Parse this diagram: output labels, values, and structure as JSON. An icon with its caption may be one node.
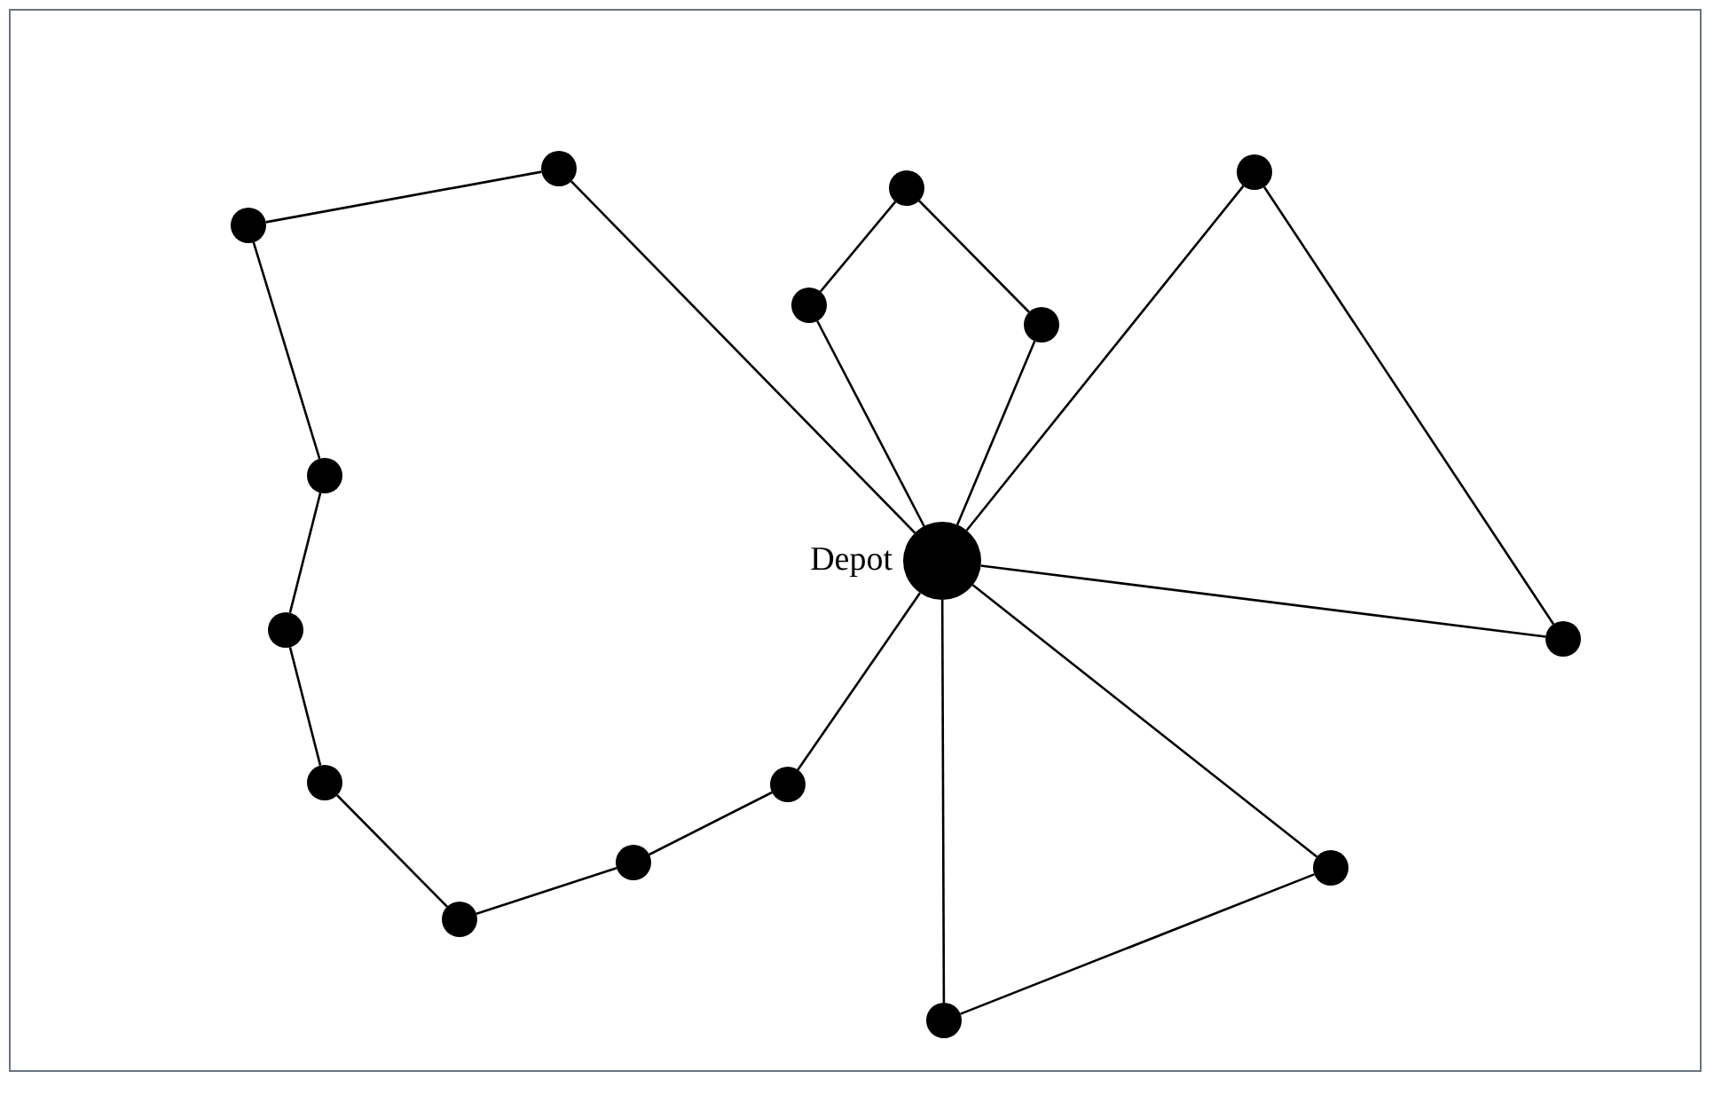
{
  "diagram": {
    "nodes": [
      {
        "text": [],
        "shape": "circle"
      },
      {
        "text": [],
        "shape": "circle"
      },
      {
        "text": [],
        "shape": "circle"
      },
      {
        "text": [],
        "shape": "circle"
      },
      {
        "text": [],
        "shape": "circle"
      },
      {
        "text": [],
        "shape": "circle"
      },
      {
        "text": [],
        "shape": "circle"
      },
      {
        "text": [],
        "shape": "circle",
        "beside": [
          "Depot"
        ]
      },
      {
        "text": [],
        "shape": "circle"
      },
      {
        "text": [],
        "shape": "circle"
      },
      {
        "text": [],
        "shape": "circle"
      },
      {
        "text": [],
        "shape": "circle"
      },
      {
        "text": [],
        "shape": "circle"
      },
      {
        "text": [],
        "shape": "circle"
      },
      {
        "text": [],
        "shape": "circle"
      },
      {
        "text": [],
        "shape": "circle"
      }
    ],
    "edges": [
      {
        "from": 7,
        "to": 0,
        "arrow": "none"
      },
      {
        "from": 0,
        "to": 3,
        "arrow": "none"
      },
      {
        "from": 3,
        "to": 6,
        "arrow": "none"
      },
      {
        "from": 6,
        "to": 8,
        "arrow": "none"
      },
      {
        "from": 8,
        "to": 10,
        "arrow": "none"
      },
      {
        "from": 10,
        "to": 14,
        "arrow": "none"
      },
      {
        "from": 14,
        "to": 12,
        "arrow": "none"
      },
      {
        "from": 12,
        "to": 11,
        "arrow": "none"
      },
      {
        "from": 11,
        "to": 7,
        "arrow": "none"
      },
      {
        "from": 7,
        "to": 4,
        "arrow": "none"
      },
      {
        "from": 4,
        "to": 2,
        "arrow": "none"
      },
      {
        "from": 2,
        "to": 5,
        "arrow": "none"
      },
      {
        "from": 5,
        "to": 7,
        "arrow": "none"
      },
      {
        "from": 7,
        "to": 1,
        "arrow": "none"
      },
      {
        "from": 1,
        "to": 9,
        "arrow": "none"
      },
      {
        "from": 9,
        "to": 7,
        "arrow": "none"
      },
      {
        "from": 7,
        "to": 13,
        "arrow": "none"
      },
      {
        "from": 13,
        "to": 15,
        "arrow": "none"
      },
      {
        "from": 15,
        "to": 7,
        "arrow": "none"
      }
    ]
  }
}
